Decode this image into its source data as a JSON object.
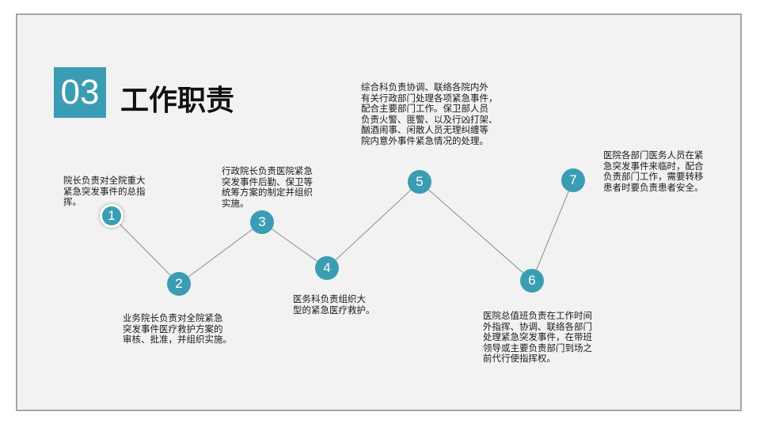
{
  "section": {
    "number": "03",
    "title": "工作职责"
  },
  "colors": {
    "accent": "#3b9db3",
    "line": "#8c8c8c",
    "background": "#f2f2f2"
  },
  "steps": [
    {
      "label": "1",
      "text": "院长负责对全院重大\n紧急突发事件的总指\n挥。"
    },
    {
      "label": "2",
      "text": "业务院长负责对全院紧急\n突发事件医疗救护方案的\n审核、批准，并组织实施。"
    },
    {
      "label": "3",
      "text": "行政院长负责医院紧急\n突发事件后勤、保卫等\n统筹方案的制定并组织\n实施。"
    },
    {
      "label": "4",
      "text": "医务科负责组织大\n型的紧急医疗救护。"
    },
    {
      "label": "5",
      "text": "综合科负责协调、联络各院内外\n有关行政部门处理各项紧急事件，\n配合主要部门工作。保卫部人员\n负责火警、匪警、以及行凶打架、\n酗酒闹事、闲散人员无理纠缠等\n院内意外事件紧急情况的处理。"
    },
    {
      "label": "6",
      "text": "医院总值班负责在工作时间\n外指挥、协调、联络各部门\n处理紧急突发事件，在带班\n领导或主要负责部门到场之\n前代行使指挥权。"
    },
    {
      "label": "7",
      "text": "医院各部门医务人员在紧\n急突发事件来临时，配合\n负责部门工作，需要转移\n患者时要负责患者安全。"
    }
  ]
}
